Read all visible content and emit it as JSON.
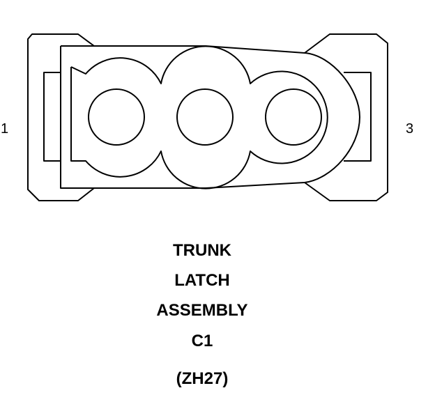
{
  "connector": {
    "pin_left_label": "1",
    "pin_right_label": "3",
    "cavity_count": 3,
    "line_color": "#000000",
    "background_color": "#ffffff"
  },
  "caption": {
    "line1": "TRUNK",
    "line2": "LATCH",
    "line3": "ASSEMBLY",
    "line4": "C1",
    "code": "(ZH27)"
  }
}
